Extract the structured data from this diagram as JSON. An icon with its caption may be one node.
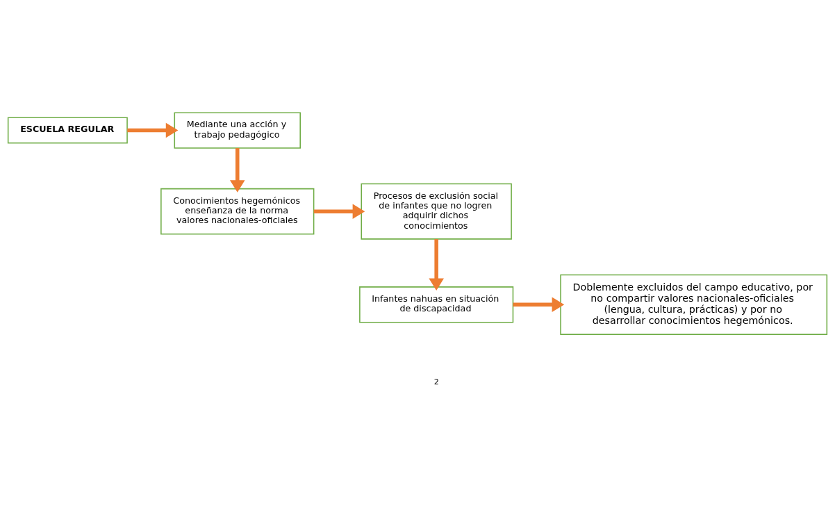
{
  "diagram": {
    "nodes": [
      {
        "text": [
          "ESCUELA REGULAR"
        ]
      },
      {
        "text": [
          "Mediante una acción y trabajo pedagógico"
        ]
      },
      {
        "text": [
          "Conocimientos hegemónicos",
          "enseñanza de la norma",
          "valores nacionales-oficiales"
        ]
      },
      {
        "text": [
          "Procesos de exclusión social de infantes que no logren adquirir dichos conocimientos"
        ]
      },
      {
        "text": [
          "Infantes nahuas en situación de discapacidad"
        ]
      },
      {
        "text": [
          "Doblemente excluidos del campo educativo, por no compartir valores nacionales-oficiales (lengua, cultura, prácticas) y por no desarrollar conocimientos hegemónicos."
        ]
      }
    ],
    "edges": [
      {
        "from": 0,
        "to": 1,
        "arrow": "to"
      },
      {
        "from": 1,
        "to": 2,
        "arrow": "to"
      },
      {
        "from": 2,
        "to": 3,
        "arrow": "to"
      },
      {
        "from": 3,
        "to": 4,
        "arrow": "to"
      },
      {
        "from": 4,
        "to": 5,
        "arrow": "to"
      }
    ],
    "labels": [
      "2"
    ]
  }
}
